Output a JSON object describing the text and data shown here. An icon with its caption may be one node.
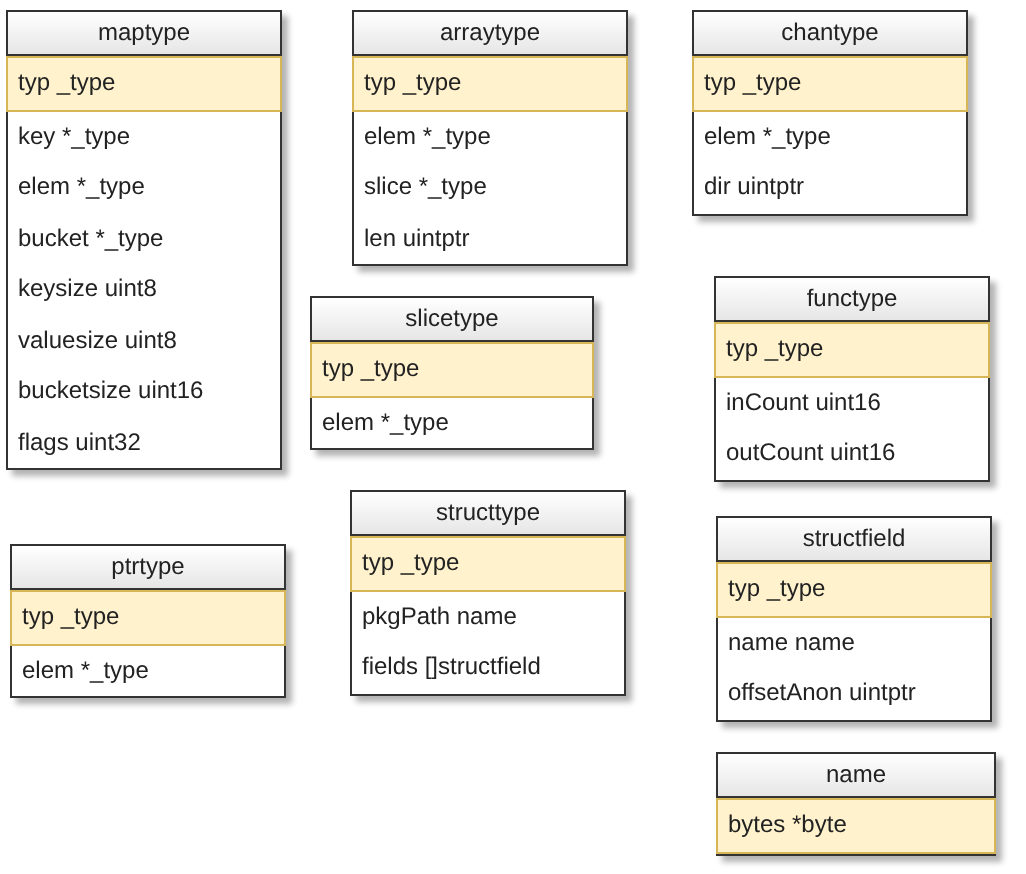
{
  "diagram": {
    "nodes": [
      {
        "text": [
          "maptype",
          "typ _type",
          "key *_type",
          "elem *_type",
          "bucket *_type",
          "keysize uint8",
          "valuesize uint8",
          "bucketsize uint16",
          "flags uint32"
        ]
      },
      {
        "text": [
          "arraytype",
          "typ _type",
          "elem *_type",
          "slice *_type",
          "len uintptr"
        ]
      },
      {
        "text": [
          "chantype",
          "typ _type",
          "elem *_type",
          "dir uintptr"
        ]
      },
      {
        "text": [
          "slicetype",
          "typ _type",
          "elem *_type"
        ]
      },
      {
        "text": [
          "functype",
          "typ _type",
          "inCount uint16",
          "outCount uint16"
        ]
      },
      {
        "text": [
          "ptrtype",
          "typ _type",
          "elem *_type"
        ]
      },
      {
        "text": [
          "structtype",
          "typ _type",
          "pkgPath name",
          "fields []structfield"
        ]
      },
      {
        "text": [
          "structfield",
          "typ _type",
          "name name",
          "offsetAnon uintptr"
        ]
      },
      {
        "text": [
          "name",
          "bytes *byte"
        ]
      }
    ]
  }
}
